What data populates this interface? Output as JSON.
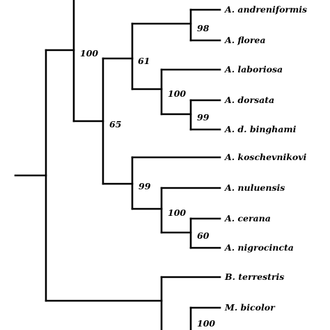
{
  "tree": {
    "taxa": [
      {
        "id": "andreniformis",
        "label": "A. andreniformis"
      },
      {
        "id": "florea",
        "label": "A. florea"
      },
      {
        "id": "laboriosa",
        "label": "A. laboriosa"
      },
      {
        "id": "dorsata",
        "label": "A. dorsata"
      },
      {
        "id": "binghami",
        "label": "A. d. binghami"
      },
      {
        "id": "koschevnikovi",
        "label": "A. koschevnikovi"
      },
      {
        "id": "nuluensis",
        "label": "A. nuluensis"
      },
      {
        "id": "cerana",
        "label": "A. cerana"
      },
      {
        "id": "nigrocincta",
        "label": "A. nigrocincta"
      },
      {
        "id": "terrestris",
        "label": "B. terrestris"
      },
      {
        "id": "bicolor",
        "label": "M. bicolor"
      }
    ],
    "support_values": [
      {
        "node": "apis-root",
        "value": "100"
      },
      {
        "node": "dwarf-giant",
        "value": "61"
      },
      {
        "node": "dwarf",
        "value": "98"
      },
      {
        "node": "giant",
        "value": "100"
      },
      {
        "node": "dorsata-pair",
        "value": "99"
      },
      {
        "node": "cavity-nesting",
        "value": "65"
      },
      {
        "node": "cerana-group",
        "value": "99"
      },
      {
        "node": "cerana-subgroup",
        "value": "100"
      },
      {
        "node": "cerana-pair",
        "value": "60"
      },
      {
        "node": "outgroup",
        "value": "100"
      }
    ]
  }
}
